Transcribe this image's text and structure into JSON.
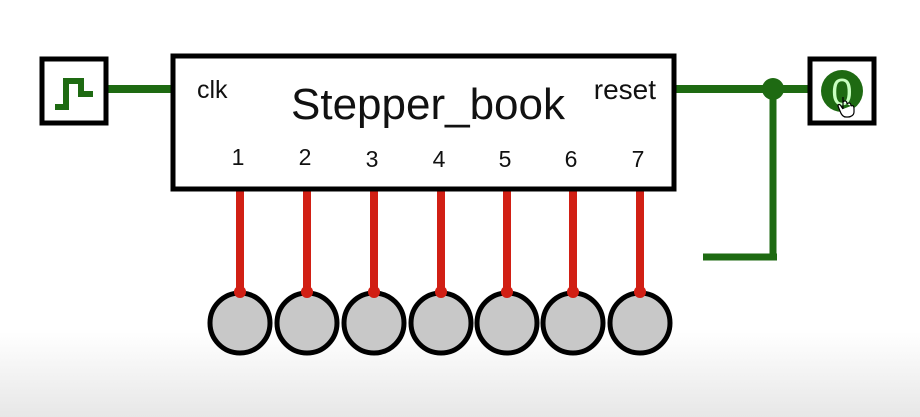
{
  "circuit": {
    "component_name": "Stepper_book",
    "inputs": {
      "clk": "clk",
      "reset": "reset"
    },
    "outputs": [
      "1",
      "2",
      "3",
      "4",
      "5",
      "6",
      "7"
    ],
    "toggle_value": "0"
  },
  "colors": {
    "wire_on": "#1e6a12",
    "wire_out": "#d11f14",
    "led_off": "#c8c8c8",
    "outline": "#000000"
  },
  "icons": {
    "clock": "clock-square-wave-icon",
    "toggle": "toggle-switch-icon",
    "pointer": "hand-cursor-icon"
  }
}
